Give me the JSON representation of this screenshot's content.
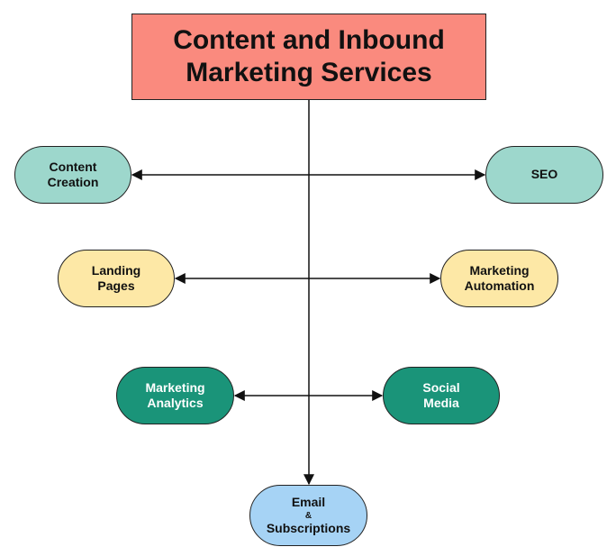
{
  "title": {
    "line1": "Content and Inbound",
    "line2": "Marketing Services"
  },
  "nodes": {
    "content_creation": {
      "line1": "Content",
      "line2": "Creation"
    },
    "seo": {
      "label": "SEO"
    },
    "landing_pages": {
      "line1": "Landing",
      "line2": "Pages"
    },
    "marketing_automation": {
      "line1": "Marketing",
      "line2": "Automation"
    },
    "marketing_analytics": {
      "line1": "Marketing",
      "line2": "Analytics"
    },
    "social_media": {
      "line1": "Social",
      "line2": "Media"
    },
    "email": {
      "line1": "Email",
      "amp": "&",
      "line2": "Subscriptions"
    }
  },
  "colors": {
    "title_fill": "#fa8a7e",
    "row1_fill": "#9dd7cc",
    "row2_fill": "#fde8a6",
    "row3_fill": "#1a9479",
    "email_fill": "#a6d3f5",
    "line": "#111111"
  }
}
